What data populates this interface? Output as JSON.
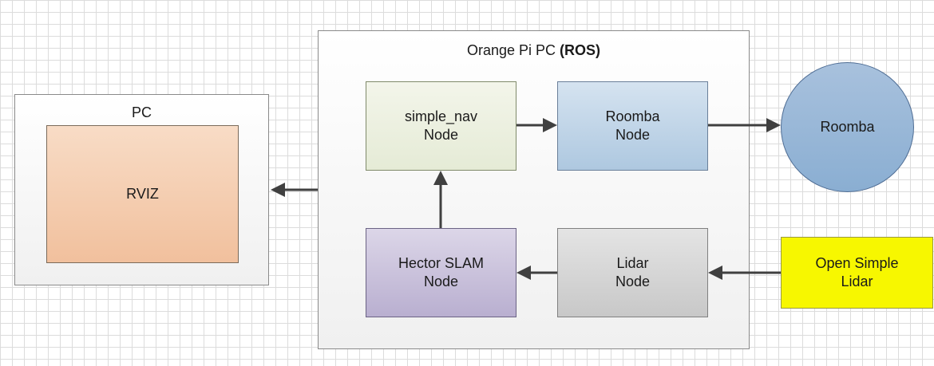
{
  "frames": {
    "pc": {
      "title": "PC"
    },
    "ros": {
      "title": "Orange Pi PC",
      "title_bold": "(ROS)"
    }
  },
  "nodes": {
    "rviz": {
      "line1": "RVIZ"
    },
    "simple_nav": {
      "line1": "simple_nav",
      "line2": "Node"
    },
    "roomba_node": {
      "line1": "Roomba",
      "line2": "Node"
    },
    "hector": {
      "line1": "Hector SLAM",
      "line2": "Node"
    },
    "lidar_node": {
      "line1": "Lidar",
      "line2": "Node"
    },
    "roomba": {
      "line1": "Roomba"
    },
    "open_lidar": {
      "line1": "Open Simple",
      "line2": "Lidar"
    }
  },
  "colors": {
    "arrow": "#404040",
    "grid": "#dcdcdc",
    "open_lidar_fill": "#f7f700"
  }
}
